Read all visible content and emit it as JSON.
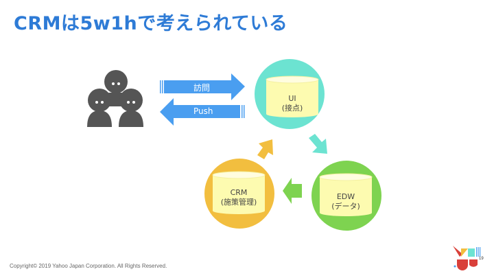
{
  "title": "CRMは5w1hで考えられている",
  "arrows": {
    "visit": "訪問",
    "push": "Push"
  },
  "nodes": {
    "ui": {
      "name": "UI",
      "sub": "(接点)"
    },
    "edw": {
      "name": "EDW",
      "sub": "(データ)"
    },
    "crm": {
      "name": "CRM",
      "sub": "(施策管理)"
    }
  },
  "colors": {
    "title": "#2e7bd6",
    "arrow": "#4a9ef0",
    "ui": "#6ce3d1",
    "edw": "#7ed350",
    "crm": "#f2be3f",
    "cylinder": "#fdfbb0"
  },
  "footer": {
    "copyright": "Copyright© 2019  Yahoo Japan Corporation. All Rights Reserved."
  },
  "logo": {
    "text": "19"
  }
}
